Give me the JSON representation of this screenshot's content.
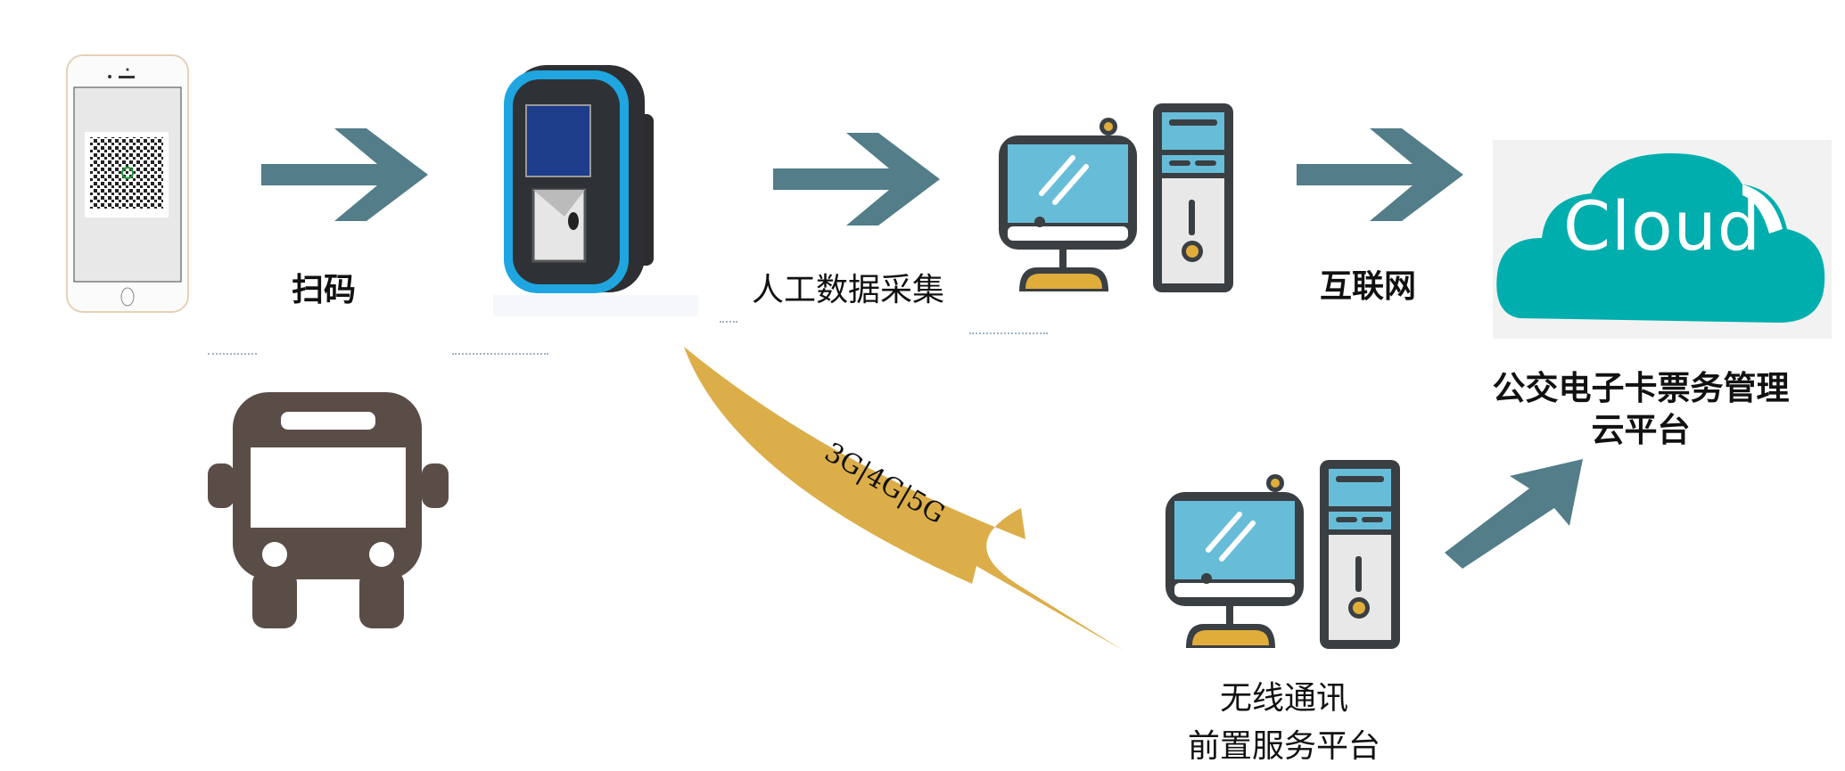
{
  "labels": {
    "scan": "扫码",
    "manual_collection": "人工数据采集",
    "internet": "互联网",
    "cloud_platform_line1": "公交电子卡票务管理",
    "cloud_platform_line2": "云平台",
    "wireless_line1": "无线通讯",
    "wireless_line2": "前置服务平台",
    "network": "3G|4G|5G",
    "cloud_logo": "Cloud"
  },
  "colors": {
    "arrow": "#527d89",
    "swoosh": "#dcae4a",
    "cloud": "#00aeae",
    "bus": "#5a4d48",
    "monitor_screen": "#67bdd8",
    "outline": "#3a3f43",
    "gold": "#e0ad3b"
  }
}
